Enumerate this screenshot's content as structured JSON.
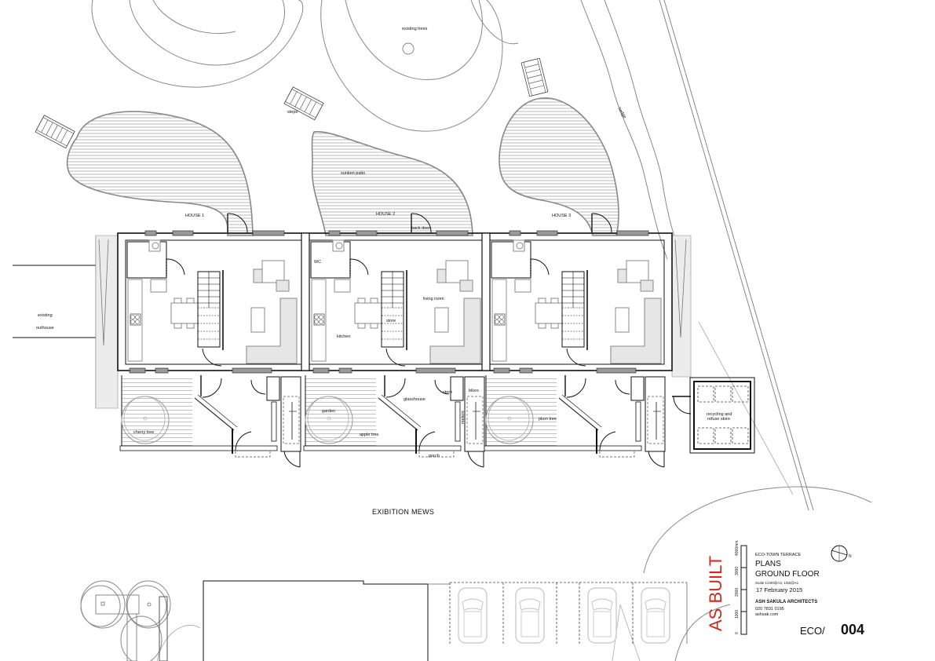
{
  "drawing": {
    "project": "ECO-TOWN TERRACE",
    "title": "PLANS",
    "subtitle": "GROUND FLOOR",
    "scale": "Scale 1/100@A3, 1/50@A1",
    "date": "17 February 2015",
    "firm": "ASH SAKULA ARCHITECTS",
    "phone": "020 7831 0195",
    "web": "ashsak.com",
    "ref_prefix": "ECO/",
    "ref_number": "004",
    "status_stamp": "AS BUILT",
    "status_color": "#d0281c",
    "north_label": "N"
  },
  "scale_bar": {
    "unit_label": "4000mm",
    "ticks": [
      "0",
      "1000",
      "2000",
      "3000",
      "4000mm"
    ]
  },
  "site_labels": {
    "existing_trees": "existing trees",
    "existing_outhouse_1": "existing",
    "existing_outhouse_2": "outhouse",
    "hedge": "hedge",
    "steps": "steps",
    "sunken_patio": "sunken patio",
    "street": "EXIBITION MEWS",
    "recycling_1": "recycling and",
    "recycling_2": "refuse store"
  },
  "houses": [
    {
      "name": "HOUSE 1",
      "tree": "cherry tree"
    },
    {
      "name": "HOUSE 2",
      "tree": "apple tree",
      "rooms": {
        "back_door": "back door",
        "wc": "WC",
        "living_room": "living room",
        "kitchen": "kitchen",
        "store": "store",
        "garden": "garden",
        "glasshouse": "glasshouse",
        "bike_store": "store",
        "bikes": "bikes",
        "meters": "meters",
        "porch": "porch"
      }
    },
    {
      "name": "HOUSE 3",
      "tree": "plum tree"
    }
  ]
}
